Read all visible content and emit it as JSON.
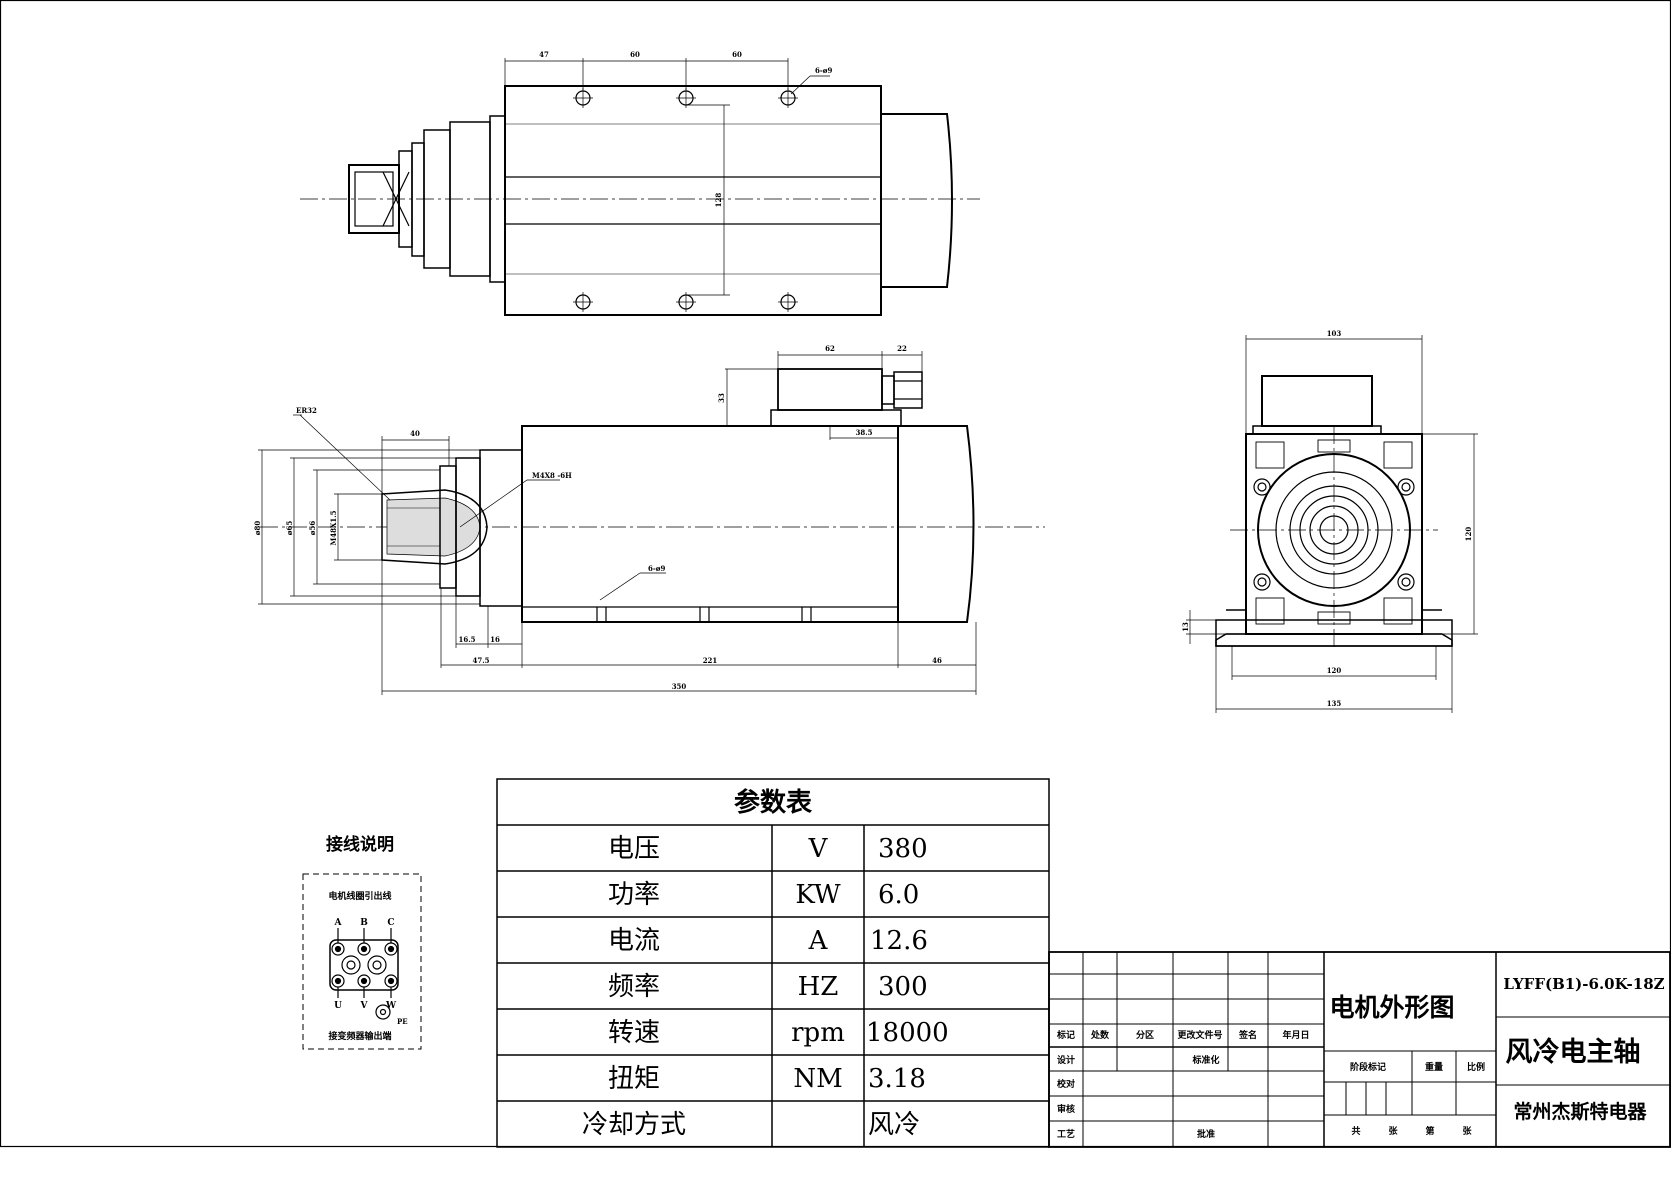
{
  "top_view": {
    "dims": [
      "47",
      "60",
      "60"
    ],
    "hole_note": "6-ø9",
    "height_dim": "128"
  },
  "side_view": {
    "collet": "ER32",
    "thread": "M4X8 -6H",
    "dia_1": "ø80",
    "dia_2": "ø65",
    "dia_3": "ø56",
    "thread_dia": "M48X1.5",
    "len_40": "40",
    "box_62": "62",
    "box_22": "22",
    "box_h": "33",
    "box_offset": "38.5",
    "slot_note": "6-ø9",
    "d_16_5": "16.5",
    "d_16": "16",
    "d_47_5": "47.5",
    "d_221": "221",
    "d_46": "46",
    "d_350": "350"
  },
  "end_view": {
    "width_top": "103",
    "height": "120",
    "foot_h": "13",
    "base_120": "120",
    "base_135": "135"
  },
  "wiring": {
    "title": "接线说明",
    "top_label": "电机线圈引出线",
    "top_terms": [
      "A",
      "B",
      "C"
    ],
    "bottom_terms": [
      "U",
      "V",
      "W"
    ],
    "pe": "PE",
    "bottom_label": "接变频器输出端"
  },
  "params": {
    "title": "参数表",
    "rows": [
      {
        "name": "电压",
        "unit": "V",
        "value": "380"
      },
      {
        "name": "功率",
        "unit": "KW",
        "value": "6.0"
      },
      {
        "name": "电流",
        "unit": "A",
        "value": "12.6"
      },
      {
        "name": "频率",
        "unit": "HZ",
        "value": "300"
      },
      {
        "name": "转速",
        "unit": "rpm",
        "value": "18000"
      },
      {
        "name": "扭矩",
        "unit": "NM",
        "value": "3.18"
      },
      {
        "name": "冷却方式",
        "unit": "",
        "value": "风冷"
      }
    ]
  },
  "title_block": {
    "drawing_name": "电机外形图",
    "model": "LYFF(B1)-6.0K-18Z",
    "product": "风冷电主轴",
    "company": "常州杰斯特电器",
    "rev_headers": [
      "标记",
      "处数",
      "分区",
      "更改文件号",
      "签名",
      "年月日"
    ],
    "roles": [
      "设计",
      "校对",
      "审核",
      "工艺"
    ],
    "std": "标准化",
    "approve": "批准",
    "stage": "阶段标记",
    "weight": "重量",
    "scale": "比例",
    "total": "共",
    "sheets": "张",
    "page": "第",
    "sheet2": "张"
  }
}
